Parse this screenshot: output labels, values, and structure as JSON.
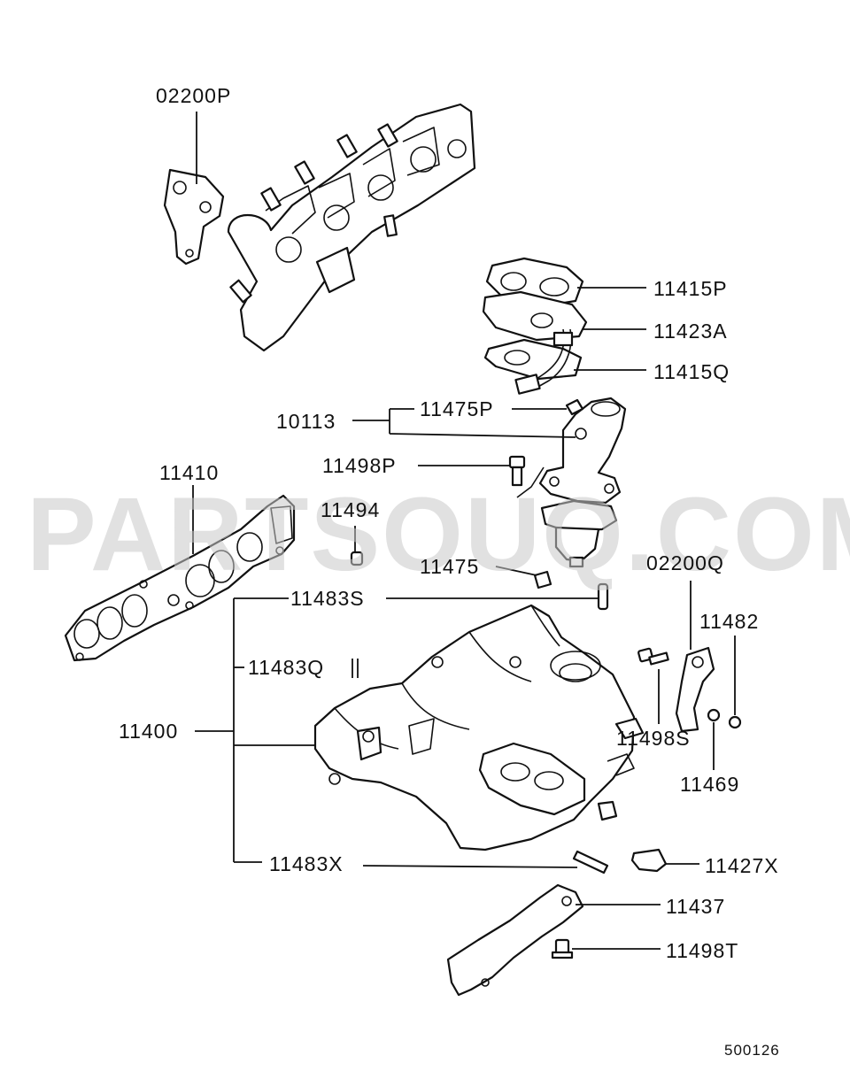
{
  "watermark": "PARTSOUQ.COM",
  "drawing_number": "500126",
  "callouts": {
    "p02200P": "02200P",
    "p11415P": "11415P",
    "p11423A": "11423A",
    "p11415Q": "11415Q",
    "p10113": "10113",
    "p11475P": "11475P",
    "p11498P": "11498P",
    "p11410": "11410",
    "p11494": "11494",
    "p11475": "11475",
    "p02200Q": "02200Q",
    "p11482": "11482",
    "p11483S": "11483S",
    "p11483Q": "11483Q",
    "p11400": "11400",
    "p11498S": "11498S",
    "p11469": "11469",
    "p11483X": "11483X",
    "p11427X": "11427X",
    "p11437": "11437",
    "p11498T": "11498T"
  }
}
